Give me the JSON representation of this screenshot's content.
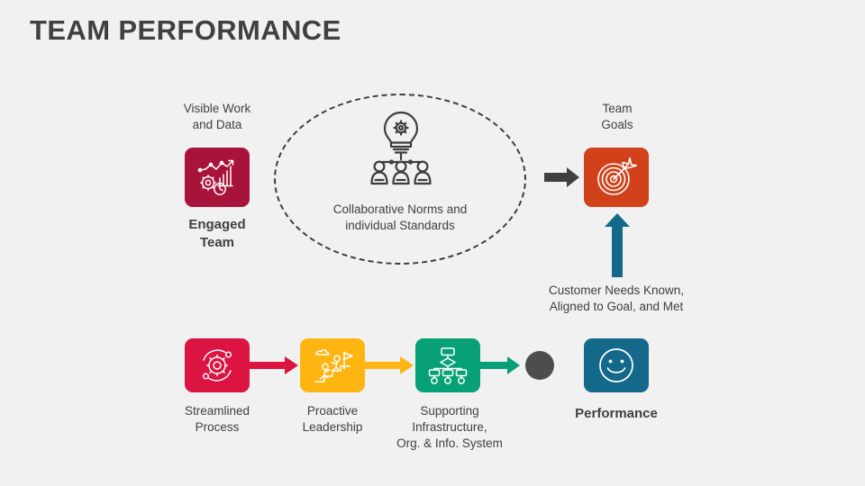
{
  "slide": {
    "title": "TEAM PERFORMANCE",
    "background_color": "#f1f1f1",
    "text_color": "#404040"
  },
  "colors": {
    "engaged_team": "#a8133c",
    "team_goals": "#d1411a",
    "streamlined_process": "#db1442",
    "proactive_leadership": "#ffb511",
    "supporting_infrastructure": "#07a077",
    "performance": "#14698a",
    "gray_dot": "#4d4d4d",
    "gray_arrow": "#404040",
    "blue_arrow": "#14698a",
    "dashed_outline": "#3d3d3d"
  },
  "top_row": {
    "engaged_team": {
      "caption_above": "Visible Work\nand Data",
      "icon": "chart-gears-clock-icon",
      "caption_below": "Engaged\nTeam"
    },
    "norms_group": {
      "icon": "lightbulb-gear-team-icon",
      "label": "Collaborative Norms and\nindividual Standards",
      "shape": "dashed-ellipse"
    },
    "team_goals": {
      "caption_above": "Team\nGoals",
      "icon": "target-dart-icon"
    },
    "arrow_to_goals": "arrow-right-icon"
  },
  "middle": {
    "up_arrow": "arrow-up-icon",
    "customer_note": "Customer Needs Known,\nAligned  to Goal, and Met"
  },
  "bottom_row": {
    "steps": [
      {
        "icon": "gear-process-icon",
        "label": "Streamlined\nProcess",
        "connector": "arrow-right-icon",
        "connector_color": "#db1442"
      },
      {
        "icon": "people-climbing-flag-icon",
        "label": "Proactive\nLeadership",
        "connector": "arrow-right-icon",
        "connector_color": "#ffb511"
      },
      {
        "icon": "org-chart-icon",
        "label": "Supporting\nInfrastructure,\nOrg. & Info. System",
        "connector": "arrow-right-icon",
        "connector_color": "#07a077"
      }
    ],
    "performance": {
      "icon": "smiley-face-icon",
      "label": "Performance"
    }
  }
}
